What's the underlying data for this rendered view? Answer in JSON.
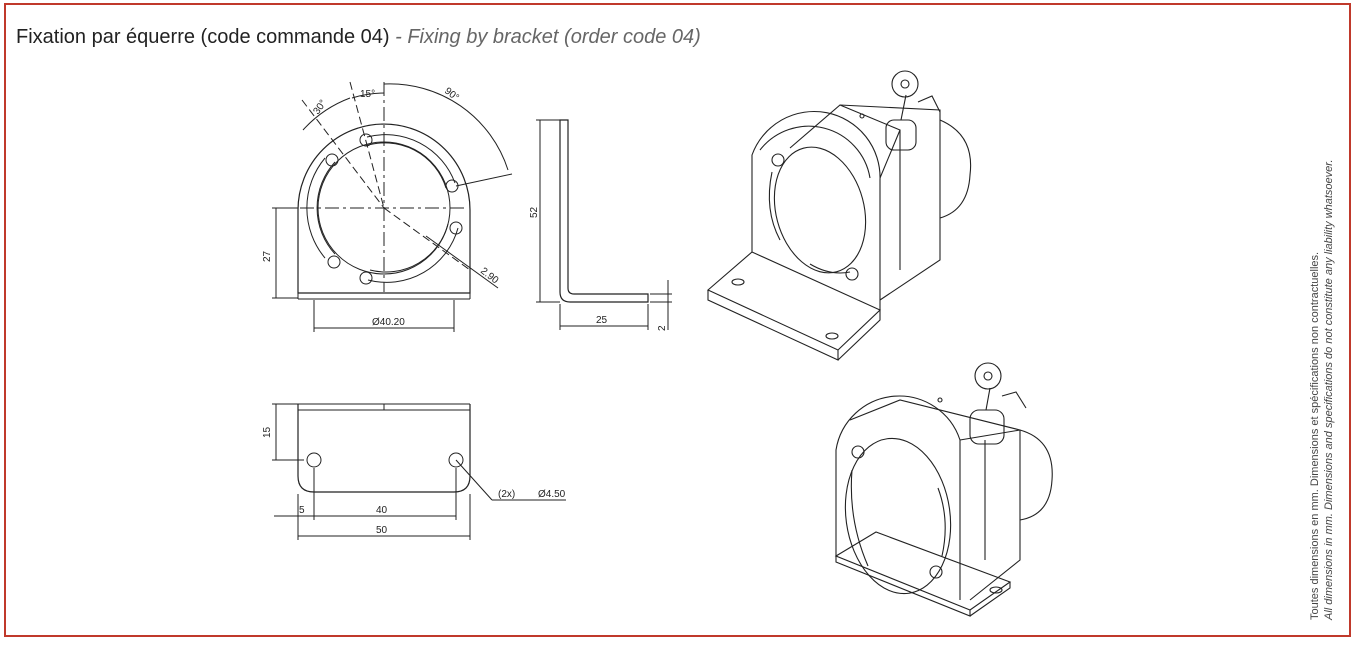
{
  "title": {
    "french": "Fixation par équerre (code commande 04)",
    "separator": " - ",
    "english": "Fixing by bracket (order code 04)"
  },
  "side_note": {
    "line1": "Toutes dimensions en mm. Dimensions et spécifications non contractuelles.",
    "line2": "All dimensions in mm. Dimensions and specifications do not constitute any liability whatsoever."
  },
  "dimensions": {
    "front_view": {
      "angle_30": "30°",
      "angle_15": "15°",
      "angle_90": "90°",
      "height_27": "27",
      "radius_2_90": "2.90",
      "diameter_40_20": "Ø40.20"
    },
    "side_view": {
      "height_52": "52",
      "length_25": "25",
      "thickness_2": "2"
    },
    "bottom_view": {
      "height_15": "15",
      "offset_5": "5",
      "spacing_40": "40",
      "width_50": "50",
      "hole_count": "(2x)",
      "hole_diameter": "Ø4.50"
    }
  },
  "colors": {
    "frame_border": "#c0392b",
    "line": "#222222"
  }
}
